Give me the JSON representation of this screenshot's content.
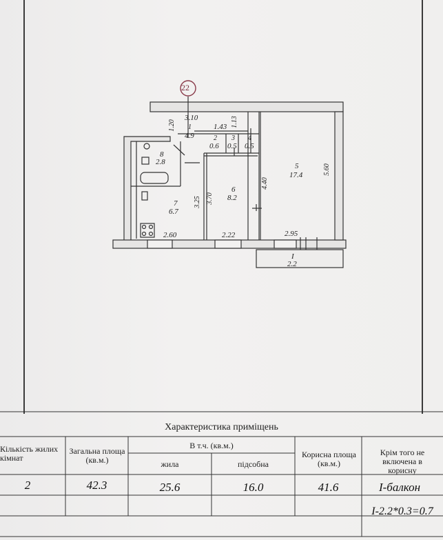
{
  "plan": {
    "axis_marker": "22",
    "dimensions": {
      "corridor_top": "3.10",
      "corridor_left": "1.20",
      "storage_width": "1.43",
      "storage_depth": "1.13",
      "kitchen_depth": "3.25",
      "kitchen_width": "2.60",
      "room6_depth": "3.70",
      "room6_width": "2.22",
      "room5_inner": "4.40",
      "room5_depth": "5.60",
      "room5_width": "2.95"
    },
    "rooms": [
      {
        "num": "1",
        "area": "4.9"
      },
      {
        "num": "2",
        "area": "0.6"
      },
      {
        "num": "3",
        "area": "0.5"
      },
      {
        "num": "4",
        "area": "0.5"
      },
      {
        "num": "5",
        "area": "17.4"
      },
      {
        "num": "6",
        "area": "8.2"
      },
      {
        "num": "7",
        "area": "6.7"
      },
      {
        "num": "8",
        "area": "2.8"
      }
    ],
    "balcony": {
      "num": "I",
      "area": "2.2"
    }
  },
  "table": {
    "title": "Характеристика приміщень",
    "headers": {
      "living_rooms": "Кількість жилих кімнат",
      "total_area": "Загальна площа (кв.м.)",
      "including": "В т.ч. (кв.м.)",
      "living": "жила",
      "auxiliary": "підсобна",
      "useful_area": "Корисна площа (кв.м.)",
      "excluded": "Крім того не включена в корисну"
    },
    "values": {
      "living_rooms": "2",
      "total_area": "42.3",
      "living": "25.6",
      "auxiliary": "16.0",
      "useful_area": "41.6",
      "excluded": "I-балкон",
      "formula": "I-2.2*0.3=0.7"
    }
  }
}
